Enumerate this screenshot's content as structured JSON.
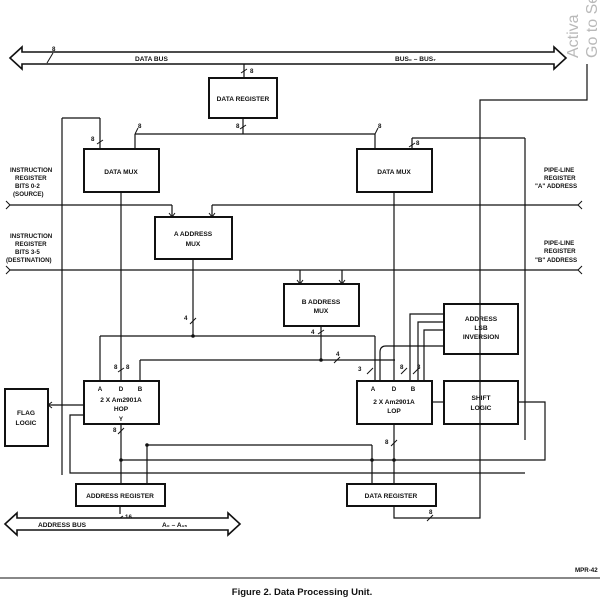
{
  "figure": {
    "caption": "Figure 2. Data Processing Unit.",
    "ref": "MPR-42",
    "watermark_1": "Activa",
    "watermark_2": "Go to Se"
  },
  "buses": {
    "data_bus": "DATA BUS",
    "data_bus_range": "BUS₀ – BUS₇",
    "address_bus": "ADDRESS BUS",
    "address_bus_range": "A₀ – A₁₅"
  },
  "blocks": {
    "data_register_top": "DATA REGISTER",
    "data_mux": "DATA MUX",
    "a_address_mux_1": "A ADDRESS",
    "a_address_mux_2": "MUX",
    "b_address_mux_1": "B ADDRESS",
    "b_address_mux_2": "MUX",
    "addr_lsb_1": "ADDRESS",
    "addr_lsb_2": "LSB",
    "addr_lsb_3": "INVERSION",
    "flag_1": "FLAG",
    "flag_2": "LOGIC",
    "shift_1": "SHIFT",
    "shift_2": "LOGIC",
    "alu_chip": "2 X Am2901A",
    "hop": "HOP",
    "lop": "LOP",
    "port_a": "A",
    "port_d": "D",
    "port_b": "B",
    "port_y": "Y",
    "address_register": "ADDRESS REGISTER",
    "data_register_bottom": "DATA REGISTER"
  },
  "side_labels": {
    "ir_source": [
      "INSTRUCTION",
      "REGISTER",
      "BITS 0-2",
      "(SOURCE)"
    ],
    "ir_dest": [
      "INSTRUCTION",
      "REGISTER",
      "BITS 3-5",
      "(DESTINATION)"
    ],
    "pipe_a": [
      "PIPE-LINE",
      "REGISTER",
      "\"A\" ADDRESS"
    ],
    "pipe_b": [
      "PIPE-LINE",
      "REGISTER",
      "\"B\" ADDRESS"
    ]
  },
  "bus_widths": {
    "w8": "8",
    "w4": "4",
    "w3": "3",
    "w16": "16"
  }
}
